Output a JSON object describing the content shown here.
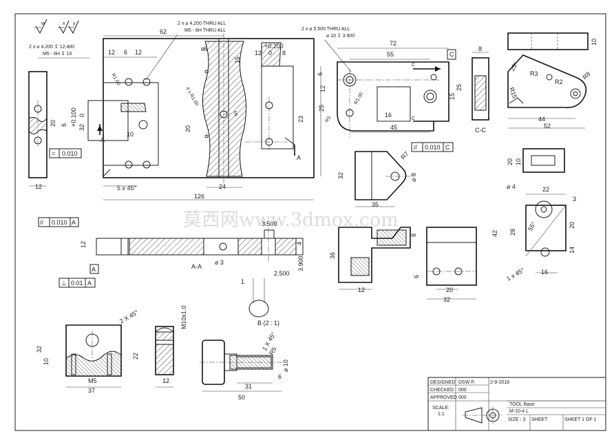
{
  "watermark": "莫西网www.3dmox.com",
  "surface_symbols": {
    "w": "w",
    "x": "x",
    "y": "y"
  },
  "callouts": {
    "left_thread_1": "2 x ⌀ 4.200 ↧ 12.400",
    "left_thread_2": "M5 - 6H ↧ 10",
    "top_thread_1": "2 x ⌀ 4.200 THRU ALL",
    "top_thread_2": "M5 - 6H THRU ALL",
    "right_hole_1": "2 x ⌀ 5.500 THRU ALL",
    "right_hole_2": "⌀ 10 ↧ 3.900",
    "tol_plus": "+0.200",
    "tol_100": "+0.100",
    "chamfer_main": "5 x 45°",
    "chamfer_b": "2 X 45°",
    "chamfer_c": "1 X 45°",
    "chamfer_d": "1 x 45°",
    "detail_b": "B (2 : 1)",
    "thread_m5": "M5",
    "thread_m10": "M10x1.0",
    "dist_2500": "2.500",
    "dist_3500": "3.500",
    "dist_3900": "3.900",
    "section_aa": "A-A",
    "section_cc": "C-C",
    "label_a": "A",
    "label_b": "B",
    "label_c": "C"
  },
  "tolerance_frames": [
    {
      "symbol": "=",
      "value": "0.010",
      "datum": ""
    },
    {
      "symbol": "//",
      "value": "0.010",
      "datum": "A"
    },
    {
      "symbol": "//",
      "value": "0.010",
      "datum": "C"
    },
    {
      "symbol": "⊥",
      "value": "0.01",
      "datum": "A"
    }
  ],
  "dims": {
    "d62": "62",
    "d12a": "12",
    "d6a": "6",
    "d12b": "12",
    "d126": "126",
    "d24": "24",
    "d12c": "12",
    "d0": "0",
    "d8": "8",
    "d6b": "6",
    "d12d": "12",
    "d20a": "20",
    "d10a": "10",
    "d20b": "20",
    "d25a": "25",
    "d15a": "15",
    "d23": "23",
    "d5": "5",
    "d32a": "32",
    "d0b": "0",
    "d12e": "12",
    "d72": "72",
    "d55": "55",
    "d16a": "16",
    "d45a": "45",
    "d25b": "25",
    "d15b": "15",
    "d12f": "12",
    "d6c": "6",
    "r3a": "R3",
    "r15": "R15",
    "r2": "R2",
    "r8a": "R8",
    "d44": "44",
    "d52": "52",
    "d25deg": "25°",
    "d10b": "10",
    "d8b": "8",
    "d10c": "10",
    "d20c": "20",
    "d32b": "32",
    "d35": "35",
    "r7": "R7",
    "d8c": "⌀ 8",
    "d22": "22",
    "d3": "3",
    "d42": "42",
    "d28": "28",
    "d20d": "20",
    "d55deg": "55°",
    "d14": "14",
    "d16b": "16",
    "d4": "⌀ 4",
    "d36": "36",
    "d12g": "12",
    "d8d": "8",
    "d6d": "6",
    "d20e": "20",
    "d32c": "32",
    "d12h": "12",
    "d4b": "4",
    "d03": "⌀ 3",
    "d1": "1",
    "d32d": "32",
    "d10d": "10",
    "d37": "37",
    "d22b": "22",
    "d12i": "12",
    "d31": "31",
    "d50": "50",
    "d6e": "6",
    "d010": "⌀ 10",
    "r5": "R5",
    "r1": "R1.00",
    "r4": "4 x R1.00"
  },
  "title_block": {
    "rows": [
      {
        "label": "DESIGNED",
        "value": "DSW P.",
        "date": "2-9-2018"
      },
      {
        "label": "CHECKED",
        "value": "000"
      },
      {
        "label": "APPROVED",
        "value": "000"
      }
    ],
    "scale_label": "SCALE:",
    "scale_value": "1:1",
    "title_line": "TOOL  Base",
    "number_line": "M-10-4 L",
    "size_label": "SIZE : 3",
    "sheet_label": "SHEET",
    "sheet_value": "SHEET 1 OF 1"
  }
}
